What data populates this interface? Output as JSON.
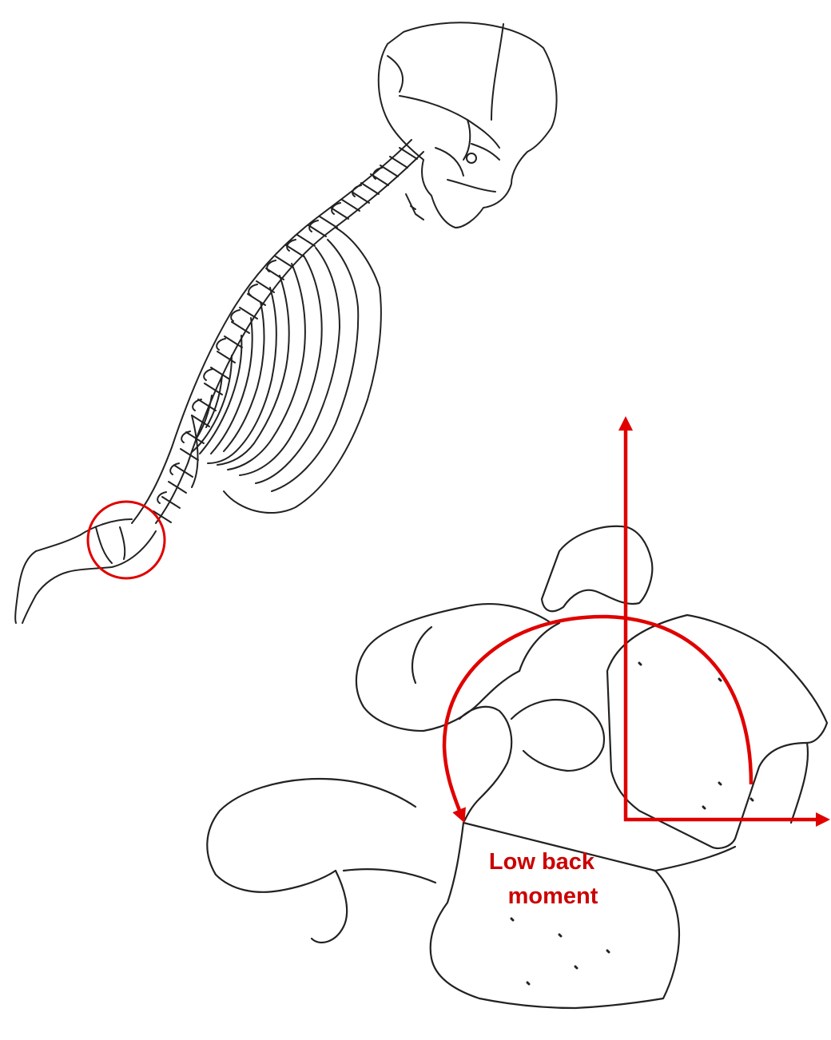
{
  "annotation": {
    "line1": "Low back",
    "line2": "moment"
  },
  "colors": {
    "accent": "#e00000",
    "ink": "#222222",
    "background": "#ffffff"
  },
  "illustrations": [
    "skeleton-spine-side-view",
    "lumbar-vertebrae-closeup"
  ]
}
